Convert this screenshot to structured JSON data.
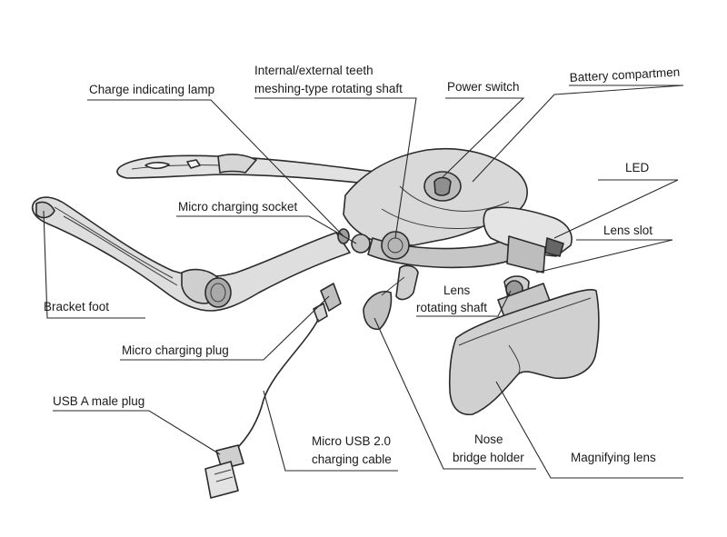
{
  "labels": {
    "charge_indicating_lamp": "Charge indicating lamp",
    "rotating_shaft_line1": "Internal/external teeth",
    "rotating_shaft_line2": "meshing-type rotating shaft",
    "power_switch": "Power switch",
    "battery_compartment": "Battery compartmen",
    "led": "LED",
    "micro_charging_socket": "Micro charging socket",
    "lens_slot": "Lens slot",
    "bracket_foot": "Bracket foot",
    "lens_rotating_shaft_line1": "Lens",
    "lens_rotating_shaft_line2": "rotating shaft",
    "micro_charging_plug": "Micro charging plug",
    "usb_a_male_plug": "USB A male plug",
    "micro_usb_cable_line1": "Micro USB 2.0",
    "micro_usb_cable_line2": "charging cable",
    "nose_bridge_holder_line1": "Nose",
    "nose_bridge_holder_line2": "bridge holder",
    "magnifying_lens": "Magnifying lens"
  },
  "colors": {
    "body_fill": "#dcdcdc",
    "body_dark": "#b8b8b8",
    "lens_fill": "#cfcfcf",
    "ink": "#2b2b2b"
  }
}
